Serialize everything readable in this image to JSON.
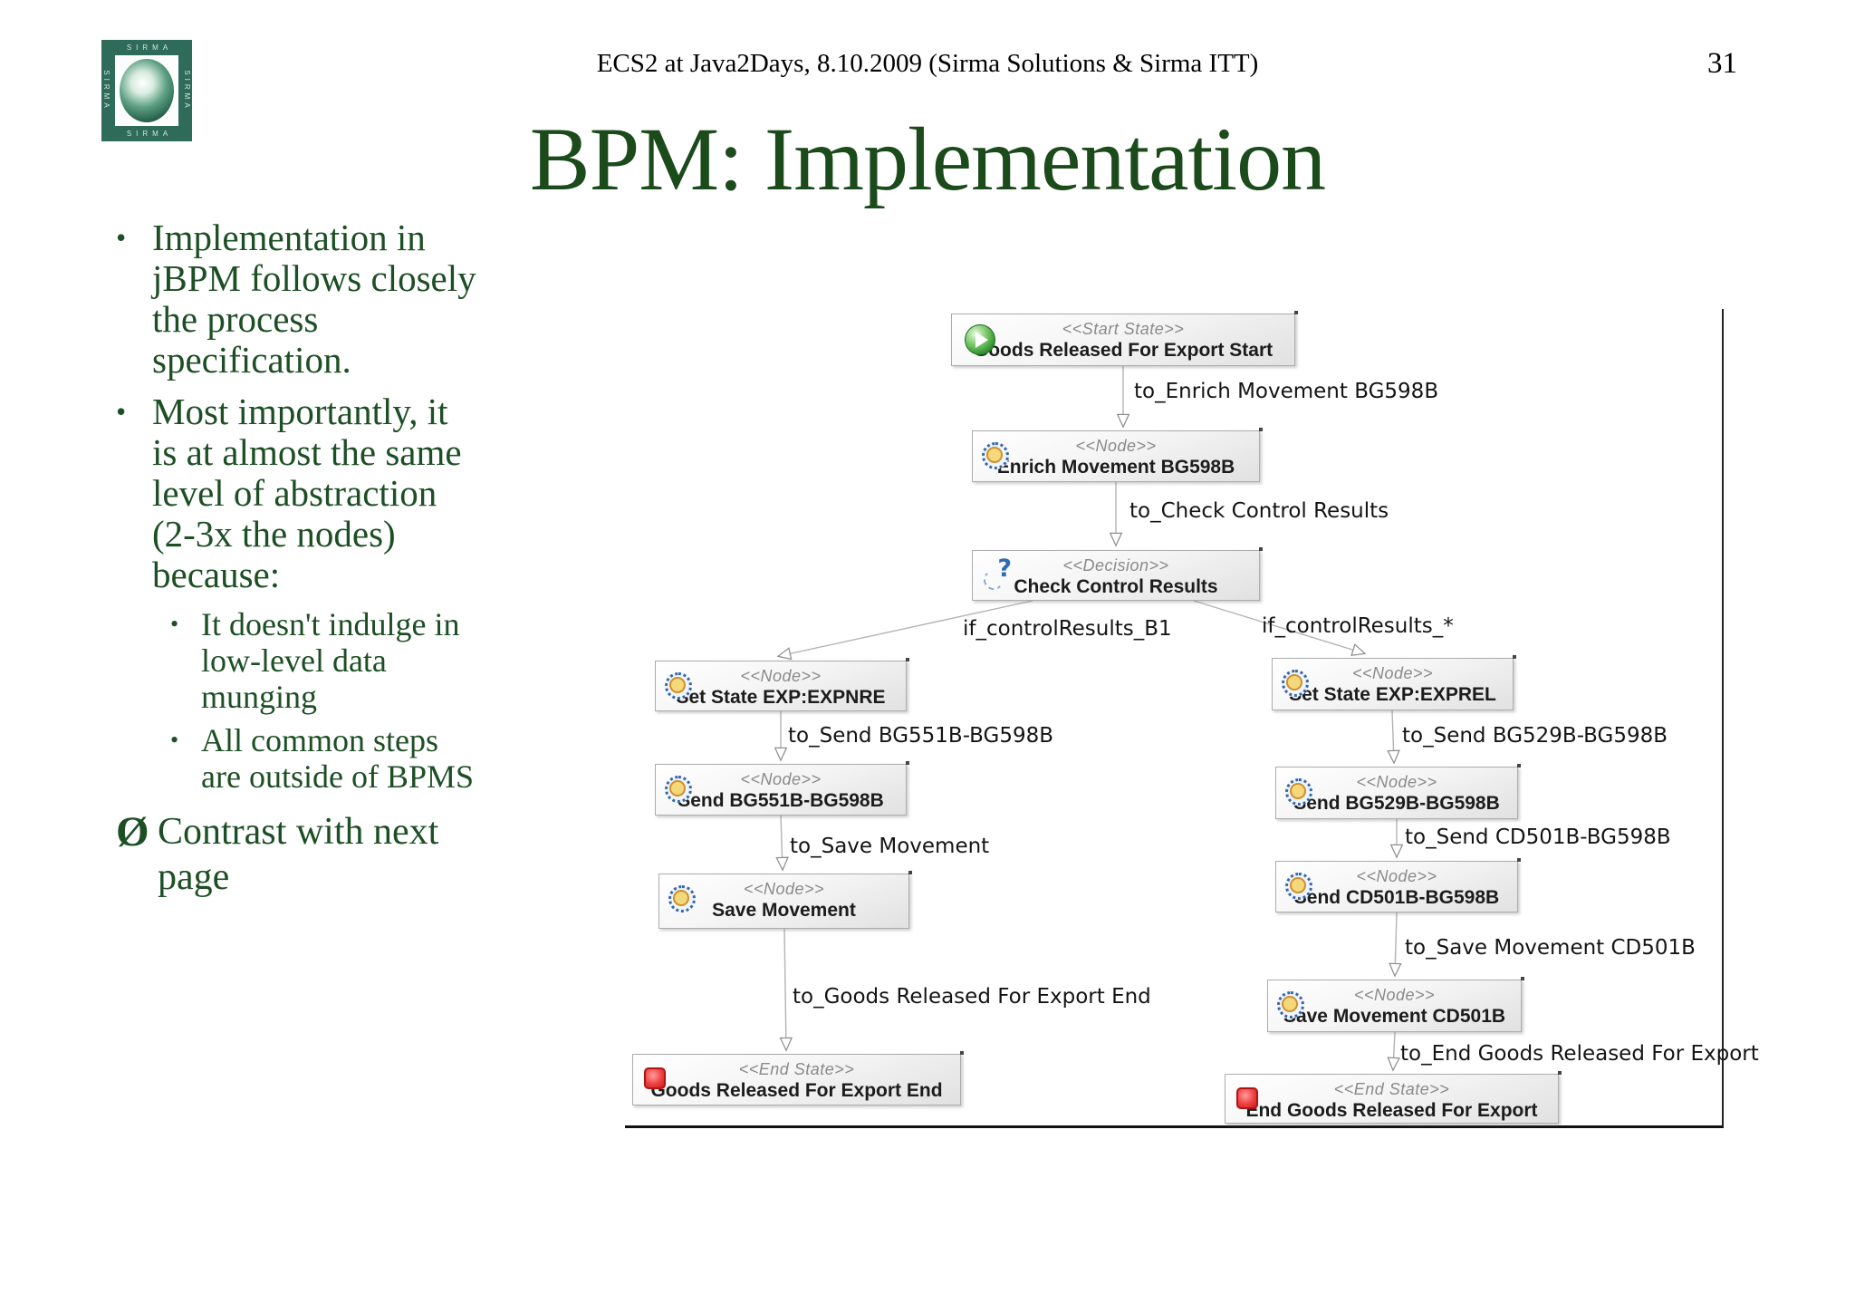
{
  "slide": {
    "header": "ECS2 at Java2Days, 8.10.2009 (Sirma Solutions & Sirma ITT)",
    "page_number": "31",
    "title": "BPM: Implementation",
    "logo_text": "SIRMA"
  },
  "bullets": {
    "item1": "Implementation in\njBPM follows closely\nthe process\nspecification.",
    "item2": "Most importantly, it\nis at almost the same\nlevel of abstraction\n(2-3x the nodes)\nbecause:",
    "item2_sub1": "It doesn't indulge in\nlow-level data\nmunging",
    "item2_sub2": "All common steps\nare outside of BPMS",
    "item3_marker": "Ø",
    "item3": "Contrast with next\npage"
  },
  "colors": {
    "title_green": "#1b4a1b",
    "text_green": "#1d4f24",
    "node_border": "#adadad",
    "start_icon_green": "#2e8f2e",
    "end_icon_red": "#ef4040",
    "gear_icon_blue": "#3565a8"
  },
  "diagram": {
    "nodes": [
      {
        "stereotype": "<<Start State>>",
        "label": "Goods Released For Export Start",
        "icon": "start-icon"
      },
      {
        "stereotype": "<<Node>>",
        "label": "Enrich Movement BG598B",
        "icon": "gear-icon"
      },
      {
        "stereotype": "<<Decision>>",
        "label": "Check Control Results",
        "icon": "decision-icon"
      },
      {
        "stereotype": "<<Node>>",
        "label": "Set State EXP:EXPNRE",
        "icon": "gear-icon"
      },
      {
        "stereotype": "<<Node>>",
        "label": "Send BG551B-BG598B",
        "icon": "gear-icon"
      },
      {
        "stereotype": "<<Node>>",
        "label": "Save Movement",
        "icon": "gear-icon"
      },
      {
        "stereotype": "<<End State>>",
        "label": "Goods Released For Export End",
        "icon": "end-icon"
      },
      {
        "stereotype": "<<Node>>",
        "label": "Set State EXP:EXPREL",
        "icon": "gear-icon"
      },
      {
        "stereotype": "<<Node>>",
        "label": "Send BG529B-BG598B",
        "icon": "gear-icon"
      },
      {
        "stereotype": "<<Node>>",
        "label": "Send CD501B-BG598B",
        "icon": "gear-icon"
      },
      {
        "stereotype": "<<Node>>",
        "label": "Save Movement CD501B",
        "icon": "gear-icon"
      },
      {
        "stereotype": "<<End State>>",
        "label": "End Goods Released For Export",
        "icon": "end-icon"
      }
    ],
    "transitions": [
      "to_Enrich Movement BG598B",
      "to_Check Control Results",
      "if_controlResults_B1",
      "if_controlResults_*",
      "to_Send BG551B-BG598B",
      "to_Save Movement",
      "to_Goods Released For Export End",
      "to_Send BG529B-BG598B",
      "to_Send CD501B-BG598B",
      "to_Save Movement CD501B",
      "to_End Goods Released For Export"
    ]
  }
}
